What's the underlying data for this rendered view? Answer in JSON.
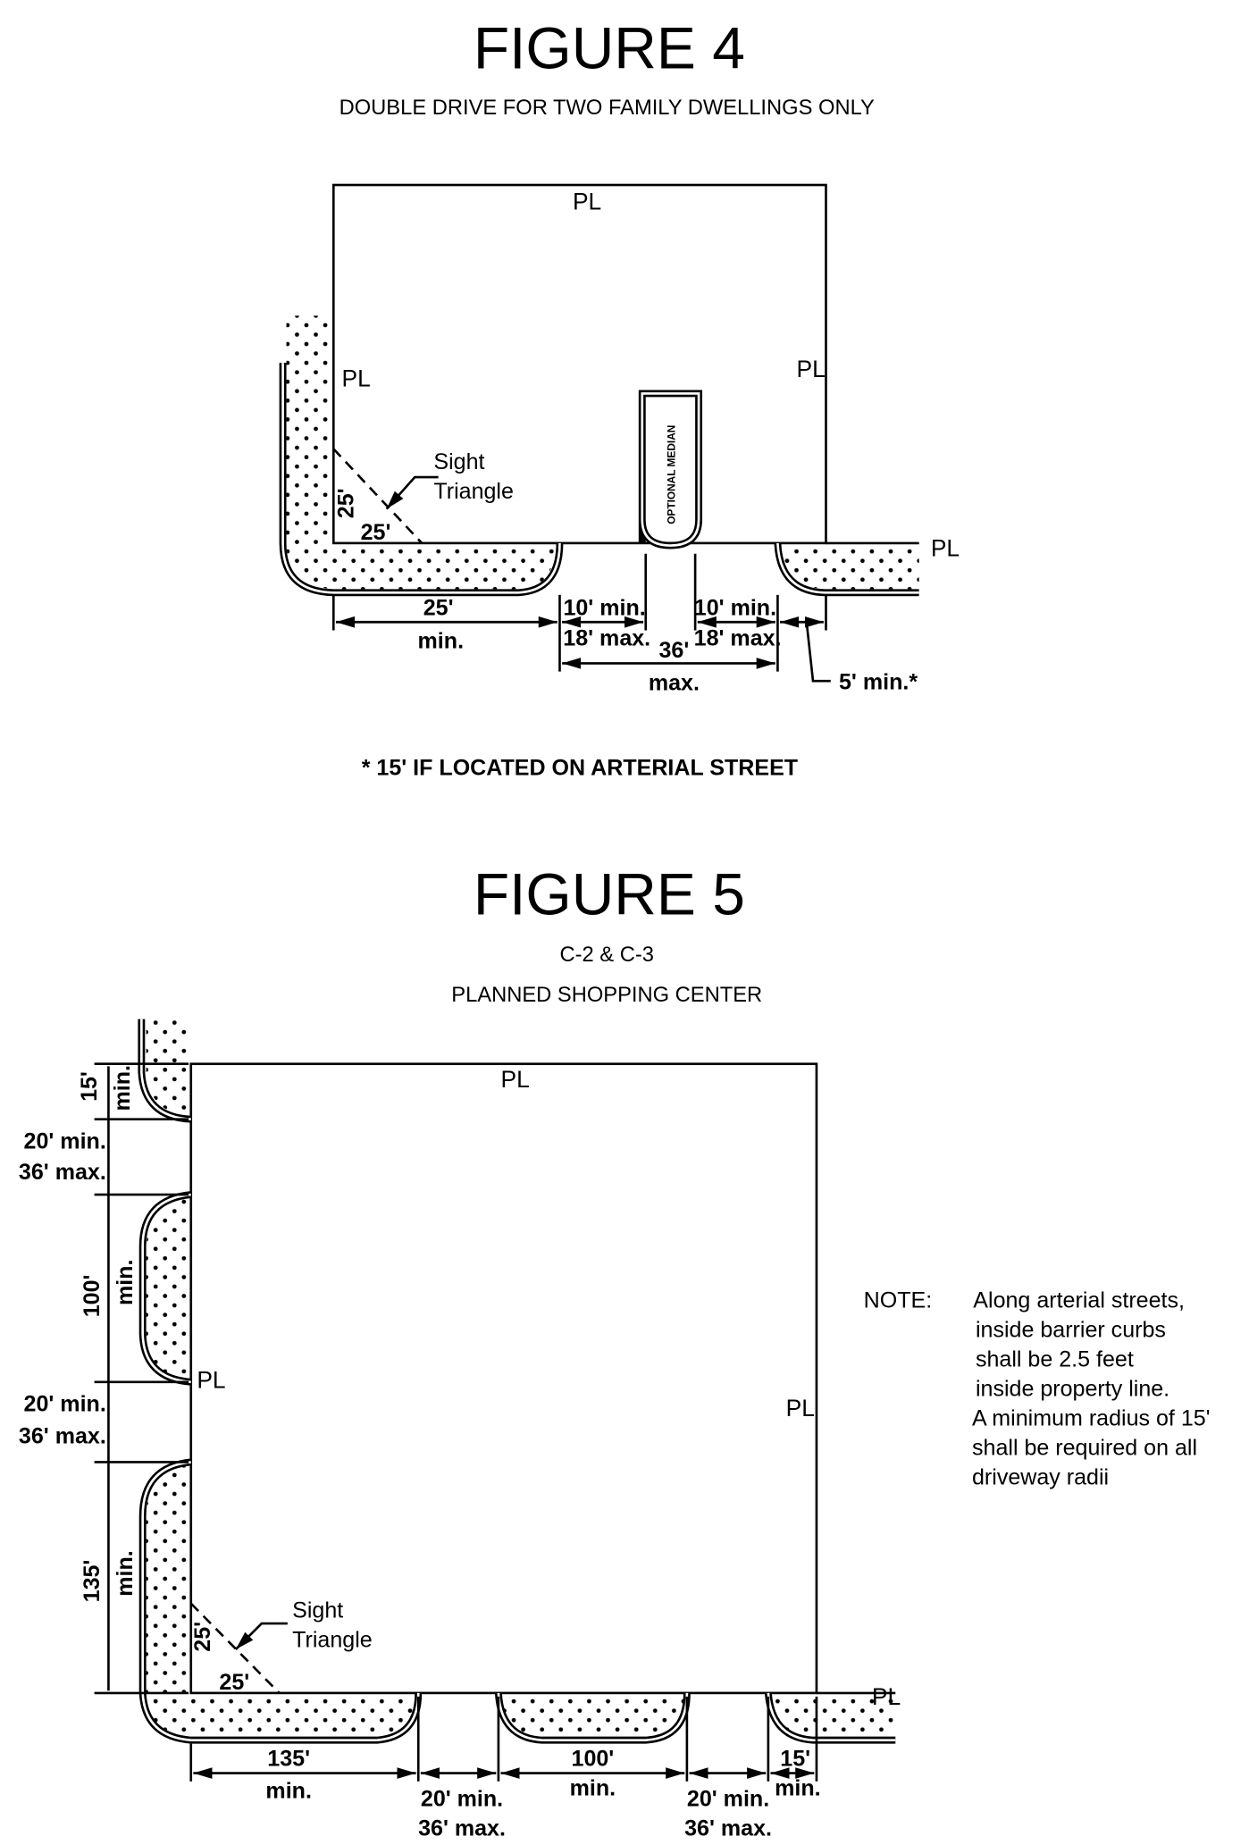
{
  "figure4": {
    "title": "FIGURE 4",
    "subtitle": "DOUBLE DRIVE FOR TWO FAMILY DWELLINGS ONLY",
    "pl_label": "PL",
    "sight": "Sight",
    "triangle": "Triangle",
    "sight_dim_v": "25'",
    "sight_dim_h": "25'",
    "median_label": "OPTIONAL MEDIAN",
    "dim_corner_top": "25'",
    "dim_corner_bottom": "min.",
    "dim_drive_min": "10' min.",
    "dim_drive_max": "18' max.",
    "dim_total_top": "36'",
    "dim_total_bottom": "max.",
    "dim_side": "5' min.*",
    "footnote": "* 15' IF LOCATED ON ARTERIAL STREET"
  },
  "figure5": {
    "title": "FIGURE 5",
    "subtitle_1": "C-2 & C-3",
    "subtitle_2": "PLANNED SHOPPING CENTER",
    "pl_label": "PL",
    "sight": "Sight",
    "triangle": "Triangle",
    "sight_dim_v": "25'",
    "sight_dim_h": "25'",
    "min": "min.",
    "d15": "15'",
    "d100": "100'",
    "d135": "135'",
    "drive_min": "20' min.",
    "drive_max": "36' max.",
    "note_label": "NOTE:",
    "note_lines": [
      "Along arterial streets,",
      "inside barrier curbs",
      "shall be 2.5 feet",
      "inside property line.",
      "A minimum radius of 15'",
      "shall be required on all",
      "driveway radii"
    ]
  }
}
